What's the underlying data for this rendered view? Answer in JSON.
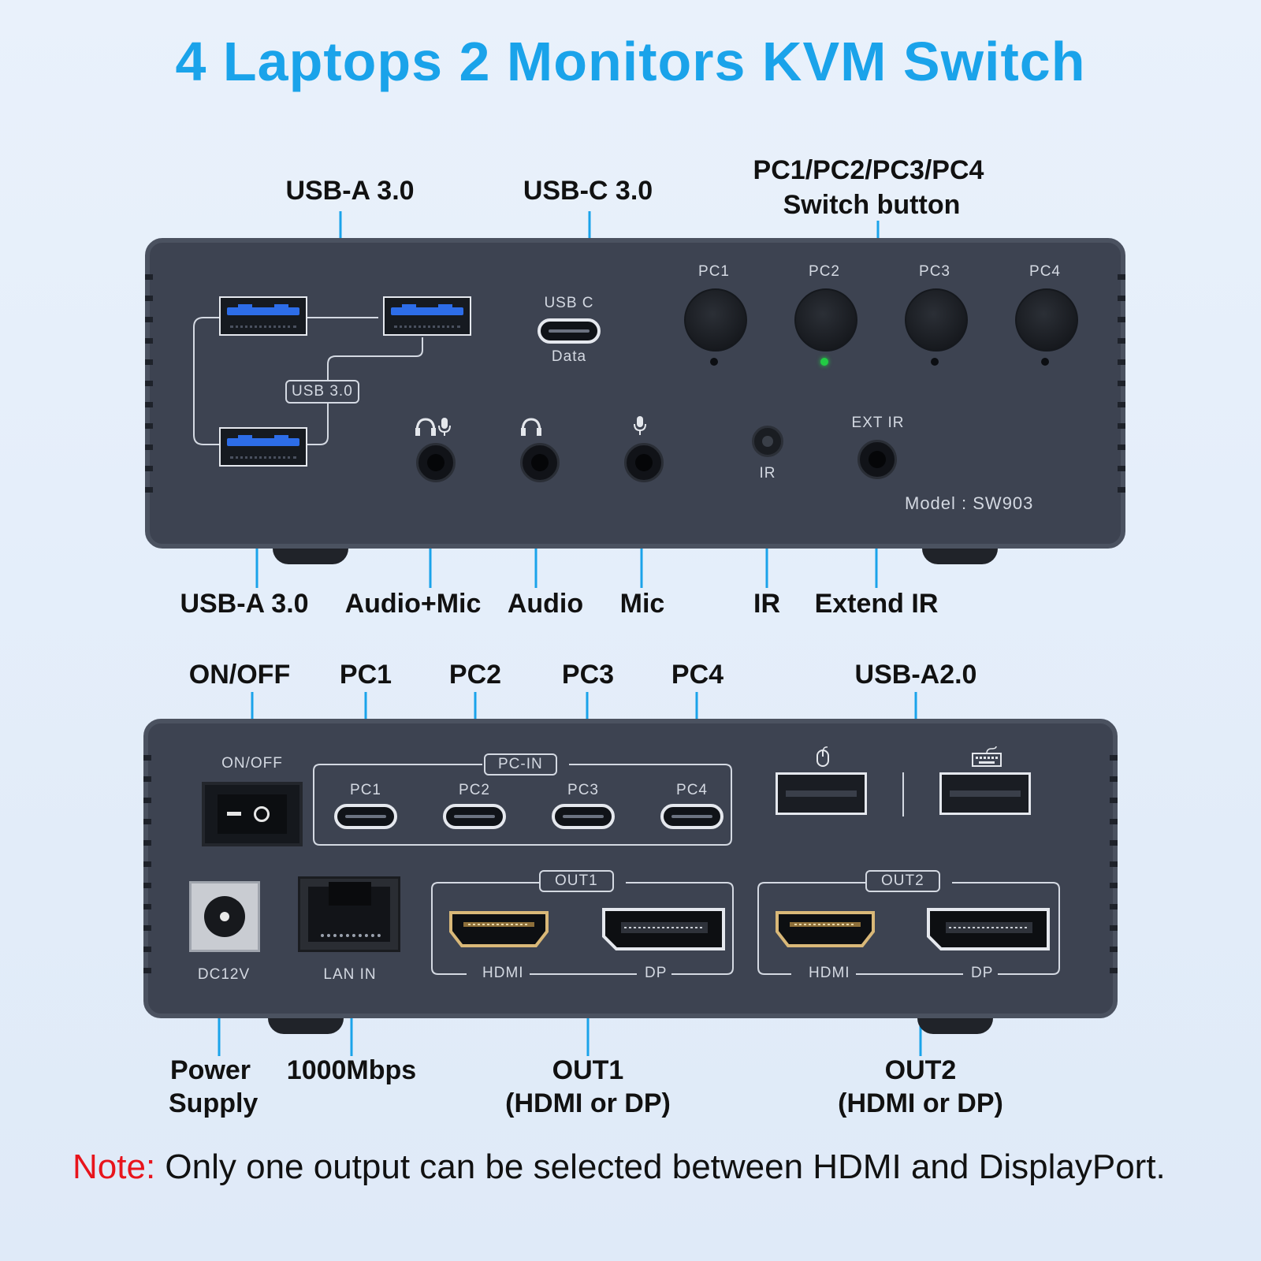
{
  "title": "4 Laptops 2 Monitors KVM Switch",
  "colors": {
    "title": "#1aa3ea",
    "callout": "#1aa3ea",
    "note_label": "#e8141c",
    "panel": "#3d4351",
    "led_active": "#22cc44"
  },
  "front": {
    "callouts": {
      "usb_a_top": "USB-A 3.0",
      "usb_c": "USB-C 3.0",
      "switch_line1": "PC1/PC2/PC3/PC4",
      "switch_line2": "Switch button",
      "usb_a_bottom": "USB-A 3.0",
      "audio_mic": "Audio+Mic",
      "audio": "Audio",
      "mic": "Mic",
      "ir": "IR",
      "extend_ir": "Extend IR"
    },
    "printed": {
      "usb_c": "USB C",
      "data": "Data",
      "usb30_badge": "USB 3.0",
      "pc1": "PC1",
      "pc2": "PC2",
      "pc3": "PC3",
      "pc4": "PC4",
      "ir": "IR",
      "ext_ir": "EXT IR",
      "model": "Model : SW903"
    },
    "active_pc": "PC2",
    "icons": [
      "headset-mic-icon",
      "headphones-icon",
      "microphone-icon"
    ]
  },
  "rear": {
    "callouts": {
      "on_off": "ON/OFF",
      "pc1": "PC1",
      "pc2": "PC2",
      "pc3": "PC3",
      "pc4": "PC4",
      "usb_a20": "USB-A2.0",
      "power_line1": "Power",
      "power_line2": "Supply",
      "lan": "1000Mbps",
      "out1_line1": "OUT1",
      "out1_line2": "(HDMI or DP)",
      "out2_line1": "OUT2",
      "out2_line2": "(HDMI or DP)"
    },
    "printed": {
      "on_off": "ON/OFF",
      "pc_in": "PC-IN",
      "pc1": "PC1",
      "pc2": "PC2",
      "pc3": "PC3",
      "pc4": "PC4",
      "dc12v": "DC12V",
      "lan_in": "LAN IN",
      "out1": "OUT1",
      "out2": "OUT2",
      "hdmi": "HDMI",
      "dp": "DP"
    },
    "icons": [
      "mouse-icon",
      "keyboard-icon"
    ]
  },
  "note": {
    "label": "Note:",
    "text": " Only one output can be selected between HDMI and DisplayPort."
  }
}
